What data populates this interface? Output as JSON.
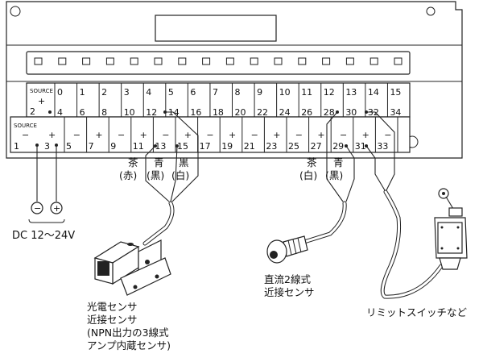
{
  "terminal_block": {
    "upper_row": [
      "0",
      "1",
      "2",
      "3",
      "4",
      "5",
      "6",
      "7",
      "8",
      "9",
      "10",
      "11",
      "12",
      "13",
      "14",
      "15"
    ],
    "upper_mid_row": [
      "4",
      "6",
      "8",
      "10",
      "12",
      "14",
      "16",
      "18",
      "20",
      "22",
      "24",
      "26",
      "28",
      "30",
      "32",
      "34"
    ],
    "upper_source_label": "SOURCE",
    "upper_source_plus": "+",
    "upper_source_num": "2",
    "lower_source_label": "SOURCE",
    "lower_source_minus": "−",
    "lower_source_num": "1",
    "lower_source_plus": "+",
    "lower_source_num2": "3",
    "lower_row": [
      "5",
      "7",
      "9",
      "11",
      "13",
      "15",
      "17",
      "19",
      "21",
      "23",
      "25",
      "27",
      "29",
      "31",
      "33"
    ],
    "lower_signs": [
      "−",
      "+",
      "−",
      "+",
      "−",
      "+",
      "−",
      "+",
      "−",
      "+",
      "−",
      "+",
      "−",
      "+",
      "−"
    ]
  },
  "power": {
    "minus_symbol": "⊖",
    "plus_symbol": "⊕",
    "label": "DC 12〜24V"
  },
  "photo_sensor": {
    "wire_labels": [
      {
        "line1": "茶",
        "line2": "(赤)"
      },
      {
        "line1": "青",
        "line2": "(黒)"
      },
      {
        "line1": "黒",
        "line2": "(白)"
      }
    ],
    "caption": [
      "光電センサ",
      "近接センサ",
      "(NPN出力の3線式",
      "アンプ内蔵センサ)"
    ]
  },
  "prox_2wire": {
    "wire_labels": [
      {
        "line1": "茶",
        "line2": "(白)"
      },
      {
        "line1": "青",
        "line2": "(黒)"
      }
    ],
    "caption": [
      "直流2線式",
      "近接センサ"
    ]
  },
  "limit_switch": {
    "caption": "リミットスイッチなど"
  }
}
